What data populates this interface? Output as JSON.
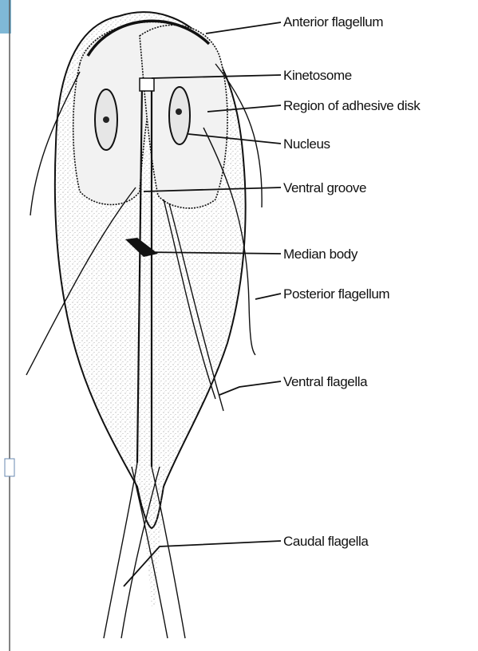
{
  "labels": {
    "anterior_flagellum": "Anterior flagellum",
    "kinetosome": "Kinetosome",
    "region_adhesive_disk": "Region of adhesive disk",
    "nucleus": "Nucleus",
    "ventral_groove": "Ventral groove",
    "median_body": "Median body",
    "posterior_flagellum": "Posterior flagellum",
    "ventral_flagella": "Ventral flagella",
    "caudal_flagella": "Caudal flagella"
  },
  "colors": {
    "ink": "#111111",
    "stipple": "#9a9a9a",
    "background": "#ffffff",
    "left_edge_accent": "#7fb8d6"
  }
}
